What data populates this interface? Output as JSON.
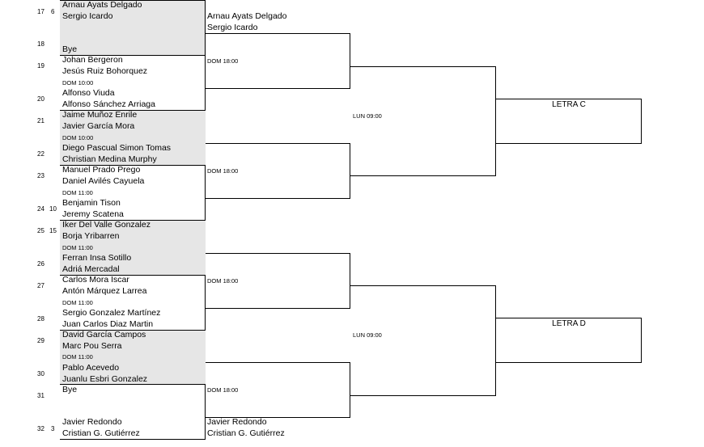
{
  "draw": {
    "r1": [
      {
        "pos": "17",
        "seed": "6",
        "p1": "Arnau Ayats Delgado",
        "p2": "Sergio Icardo"
      },
      {
        "pos": "18",
        "seed": "",
        "p1": "",
        "p2": "Bye"
      },
      {
        "pos": "19",
        "seed": "",
        "p1": "Johan Bergeron",
        "p2": "Jesús Ruiz Bohorquez"
      },
      {
        "pos": "20",
        "seed": "",
        "p1": "Alfonso Viuda",
        "p2": "Alfonso Sánchez Arriaga"
      },
      {
        "pos": "21",
        "seed": "",
        "p1": "Jaime Muñoz Enrile",
        "p2": "Javier García Mora"
      },
      {
        "pos": "22",
        "seed": "",
        "p1": "Diego Pascual Simon Tomas",
        "p2": "Christian Medina Murphy"
      },
      {
        "pos": "23",
        "seed": "",
        "p1": "Manuel Prado Prego",
        "p2": "Daniel Avilés Cayuela"
      },
      {
        "pos": "24",
        "seed": "10",
        "p1": "Benjamin Tison",
        "p2": "Jeremy Scatena"
      },
      {
        "pos": "25",
        "seed": "15",
        "p1": "Iker Del Valle Gonzalez",
        "p2": "Borja Yribarren"
      },
      {
        "pos": "26",
        "seed": "",
        "p1": "Ferran Insa Sotillo",
        "p2": "Adriá Mercadal"
      },
      {
        "pos": "27",
        "seed": "",
        "p1": "Carlos Mora Iscar",
        "p2": "Antón Márquez Larrea"
      },
      {
        "pos": "28",
        "seed": "",
        "p1": "Sergio  Gonzalez Martínez",
        "p2": "Juan Carlos  Diaz Martin"
      },
      {
        "pos": "29",
        "seed": "",
        "p1": "David García Campos",
        "p2": "Marc Pou Serra"
      },
      {
        "pos": "30",
        "seed": "",
        "p1": "Pablo Acevedo",
        "p2": "Juanlu Esbri Gonzalez"
      },
      {
        "pos": "31",
        "seed": "",
        "p1": "Bye",
        "p2": ""
      },
      {
        "pos": "32",
        "seed": "3",
        "p1": "Javier Redondo",
        "p2": "Cristian G. Gutiérrez"
      }
    ],
    "r1_times": [
      "DOM 10:00",
      "DOM 10:00",
      "DOM 11:00",
      "DOM 11:00",
      "DOM 11:00",
      "DOM 11:00"
    ],
    "r2_times": [
      "DOM 18:00",
      "DOM 18:00",
      "DOM 18:00",
      "DOM 18:00"
    ],
    "r3_times": [
      "LUN 09:00",
      "LUN 09:00"
    ],
    "advanced_top": {
      "p1": "Arnau Ayats Delgado",
      "p2": "Sergio Icardo"
    },
    "advanced_bottom": {
      "p1": "Javier Redondo",
      "p2": "Cristian G. Gutiérrez"
    },
    "final_boxes": [
      "LETRA C",
      "LETRA D"
    ]
  }
}
